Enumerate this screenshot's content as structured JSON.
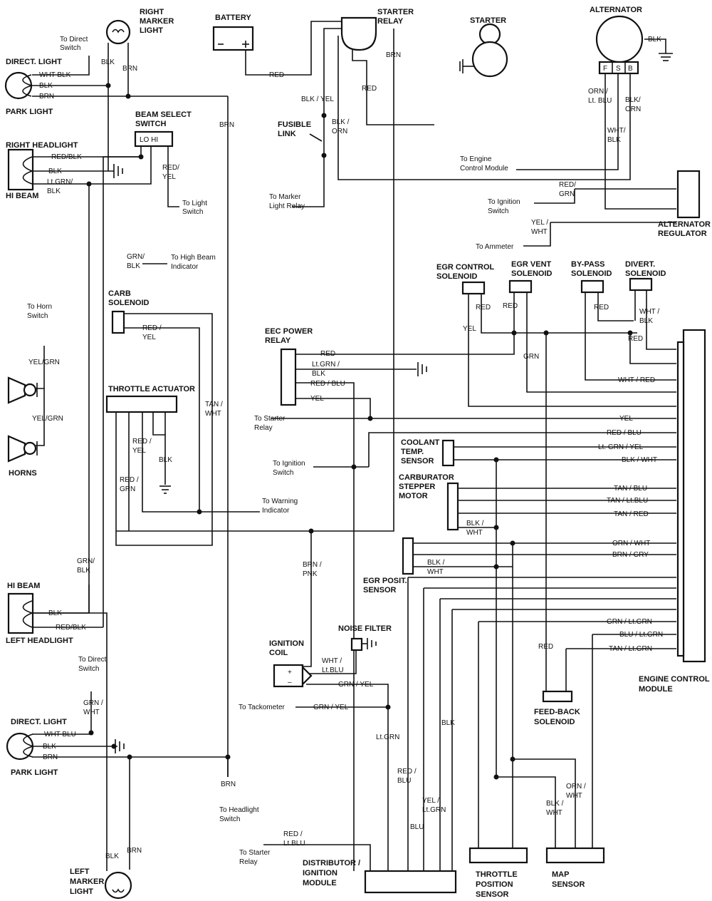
{
  "components": {
    "battery": "BATTERY",
    "starter_relay": [
      "STARTER",
      "RELAY"
    ],
    "starter": "STARTER",
    "alternator": "ALTERNATOR",
    "alt_regulator": [
      "ALTERNATOR",
      "REGULATOR"
    ],
    "right_marker": [
      "RIGHT",
      "MARKER",
      "LIGHT"
    ],
    "direct_light_r": "DIRECT. LIGHT",
    "park_light_r": "PARK LIGHT",
    "beam_select": [
      "BEAM SELECT",
      "SWITCH"
    ],
    "beam_lo_hi": "LO  HI",
    "right_headlight": "RIGHT HEADLIGHT",
    "hi_beam_r": "HI BEAM",
    "fusible_link": [
      "FUSIBLE",
      "LINK"
    ],
    "carb_solenoid": [
      "CARB",
      "SOLENOID"
    ],
    "throttle_actuator": "THROTTLE ACTUATOR",
    "eec_relay": [
      "EEC POWER",
      "RELAY"
    ],
    "egr_control": [
      "EGR CONTROL",
      "SOLENOID"
    ],
    "egr_vent": [
      "EGR VENT",
      "SOLENOID"
    ],
    "bypass": [
      "BY-PASS",
      "SOLENOID"
    ],
    "divert": [
      "DIVERT.",
      "SOLENOID"
    ],
    "horns": "HORNS",
    "coolant": [
      "COOLANT",
      "TEMP.",
      "SENSOR"
    ],
    "stepper": [
      "CARBURATOR",
      "STEPPER",
      "MOTOR"
    ],
    "egr_posit": [
      "EGR POSIT.",
      "SENSOR"
    ],
    "hi_beam_l": "HI BEAM",
    "left_headlight": "LEFT HEADLIGHT",
    "ignition_coil": [
      "IGNITION",
      "COIL"
    ],
    "noise_filter": "NOISE FILTER",
    "direct_light_l": "DIRECT. LIGHT",
    "park_light_l": "PARK LIGHT",
    "left_marker": [
      "LEFT",
      "MARKER",
      "LIGHT"
    ],
    "distributor": [
      "DISTRIBUTOR /",
      "IGNITION",
      "MODULE"
    ],
    "tps": [
      "THROTTLE",
      "POSITION",
      "SENSOR"
    ],
    "map": [
      "MAP",
      "SENSOR"
    ],
    "feedback": [
      "FEED-BACK",
      "SOLENOID"
    ],
    "ecm": [
      "ENGINE CONTROL",
      "MODULE"
    ]
  },
  "notes": {
    "to_direct_switch_r": [
      "To Direct",
      "Switch"
    ],
    "to_light_switch": [
      "To Light",
      "Switch"
    ],
    "to_high_beam": [
      "To High Beam",
      "Indicator"
    ],
    "to_marker_relay": [
      "To Marker",
      "Light Relay"
    ],
    "to_ecm": [
      "To Engine",
      "Control Module"
    ],
    "to_ign_switch_top": [
      "To Ignition",
      "Switch"
    ],
    "to_ammeter": "To Ammeter",
    "to_horn_switch": [
      "To Horn",
      "Switch"
    ],
    "to_starter_relay": [
      "To Starter",
      "Relay"
    ],
    "to_ign_switch_mid": [
      "To Ignition",
      "Switch"
    ],
    "to_warning": [
      "To Warning",
      "Indicator"
    ],
    "to_direct_switch_l": [
      "To Direct",
      "Switch"
    ],
    "to_tackometer": "To Tackometer",
    "to_headlight_switch": [
      "To Headlight",
      "Switch"
    ],
    "to_starter_relay_bot": [
      "To Starter",
      "Relay"
    ]
  },
  "wires": {
    "wht_blk_r": "WHT  BLK",
    "blk_r": "BLK",
    "brn_r": "BRN",
    "marker_blk": "BLK",
    "marker_brn": "BRN",
    "brn_vertical": "BRN",
    "red_blk": "RED/BLK",
    "blk_hl": "BLK",
    "ltgrn_blk": [
      "Lt.GRN/",
      "BLK"
    ],
    "beam_red_yel": [
      "RED/",
      "YEL"
    ],
    "grn_blk_ind": [
      "GRN/",
      "BLK"
    ],
    "batt_red": "RED",
    "blk_yel": "BLK / YEL",
    "blk_orn": [
      "BLK /",
      "ORN"
    ],
    "relay_red": "RED",
    "relay_brn": "BRN",
    "alt_blk": "BLK",
    "alt_orn_ltblu": [
      "ORN /",
      "Lt. BLU"
    ],
    "alt_blk_orn": [
      "BLK/",
      "ORN"
    ],
    "alt_wht_blk": [
      "WHT/",
      "BLK"
    ],
    "reg_red_grn": [
      "RED/",
      "GRN"
    ],
    "reg_yel_wht": [
      "YEL /",
      "WHT"
    ],
    "carb_red_yel": [
      "RED /",
      "YEL"
    ],
    "tan_wht": [
      "TAN /",
      "WHT"
    ],
    "act_red_yel": [
      "RED /",
      "YEL"
    ],
    "act_blk": "BLK",
    "act_red_grn": [
      "RED /",
      "GRN"
    ],
    "horn_yel_grn_1": "YEL/GRN",
    "horn_yel_grn_2": "YEL/GRN",
    "eec_red": "RED",
    "eec_ltgrn_blk": [
      "Lt.GRN /",
      "BLK"
    ],
    "eec_red_blu": "RED / BLU",
    "eec_yel": "YEL",
    "egrc_red": "RED",
    "egrc_yel": "YEL",
    "egrv_red": "RED",
    "egrv_grn": "GRN",
    "byp_red": "RED",
    "div_wht_blk": [
      "WHT /",
      "BLK"
    ],
    "div_red": "RED",
    "ecm_wht_red": "WHT / RED",
    "ecm_yel": "YEL",
    "ecm_red_blu": "RED / BLU",
    "ecm_ltgrn_yel": "Lt. GRN / YEL",
    "ecm_blk_wht": "BLK / WHT",
    "ecm_tan_blu": "TAN / BLU",
    "ecm_tan_ltblu": "TAN / Lt.BLU",
    "ecm_tan_red": "TAN / RED",
    "step_blk_wht": [
      "BLK /",
      "WHT"
    ],
    "ecm_orn_wht": "ORN / WHT",
    "ecm_brn_gry": "BRN / GRY",
    "egrp_blk_wht": [
      "BLK /",
      "WHT"
    ],
    "ecm_grn_ltgrn": "GRN / Lt.GRN",
    "ecm_blu_ltgrn": "BLU / Lt.GRN",
    "ecm_tan_ltgrn": "TAN / Lt.GRN",
    "fb_red": "RED",
    "lhb_grn_blk": [
      "GRN/",
      "BLK"
    ],
    "lhl_blk": "BLK",
    "lhl_red_blk": "RED/BLK",
    "brn_pnk": [
      "BRN /",
      "PNK"
    ],
    "coil_wht_ltblu": [
      "WHT /",
      "Lt.BLU"
    ],
    "coil_grn_yel": "GRN / YEL",
    "tack_grn_yel": "GRN / YEL",
    "dist_ltgrn": "Lt.GRN",
    "dist_blk": "BLK",
    "dist_red_blu": [
      "RED /",
      "BLU"
    ],
    "dist_blu": "BLU",
    "dist_yel_ltgrn": [
      "YEL /",
      "Lt.GRN"
    ],
    "dist_red_ltblu": [
      "RED /",
      "Lt.BLU"
    ],
    "tps_blk_wht": [
      "BLK /",
      "WHT"
    ],
    "tps_orn_wht": [
      "ORN /",
      "WHT"
    ],
    "ldl_grn_wht": [
      "GRN /",
      "WHT"
    ],
    "ldl_wht_blu": "WHT  BLU",
    "ldl_blk": "BLK",
    "ldl_brn": "BRN",
    "brn_bottom": "BRN",
    "lml_blk": "BLK",
    "lml_brn": "BRN"
  }
}
